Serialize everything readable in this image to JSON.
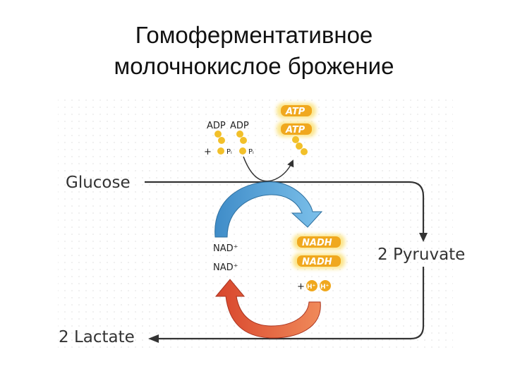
{
  "title": {
    "line1": "Гомоферментативное",
    "line2": "молочнокислое брожение"
  },
  "diagram": {
    "glucose": "Glucose",
    "pyruvate": "2 Pyruvate",
    "lactate": "2 Lactate",
    "adp1": "ADP",
    "adp2": "ADP",
    "plus1": "+",
    "pi1": "Pᵢ",
    "pi2": "Pᵢ",
    "atp1": "ATP",
    "atp2": "ATP",
    "nadh1": "NADH",
    "nadh2": "NADH",
    "nad1": "NAD⁺",
    "nad2": "NAD⁺",
    "plus2": "+",
    "h1": "H⁺",
    "h2": "H⁺"
  },
  "colors": {
    "background": "#ffffff",
    "dot_grid": "#e6e6e6",
    "pathway_line": "#333333",
    "phosphate": "#f2c02a",
    "badge_fill": "#f0a81e",
    "badge_glow": "#fbe58a",
    "blue_arrow": "#5ba3d6",
    "red_arrow": "#e0573a"
  },
  "icons": {
    "phosphate": "phosphate-bead-icon",
    "hydrogen": "hydrogen-ion-icon"
  }
}
